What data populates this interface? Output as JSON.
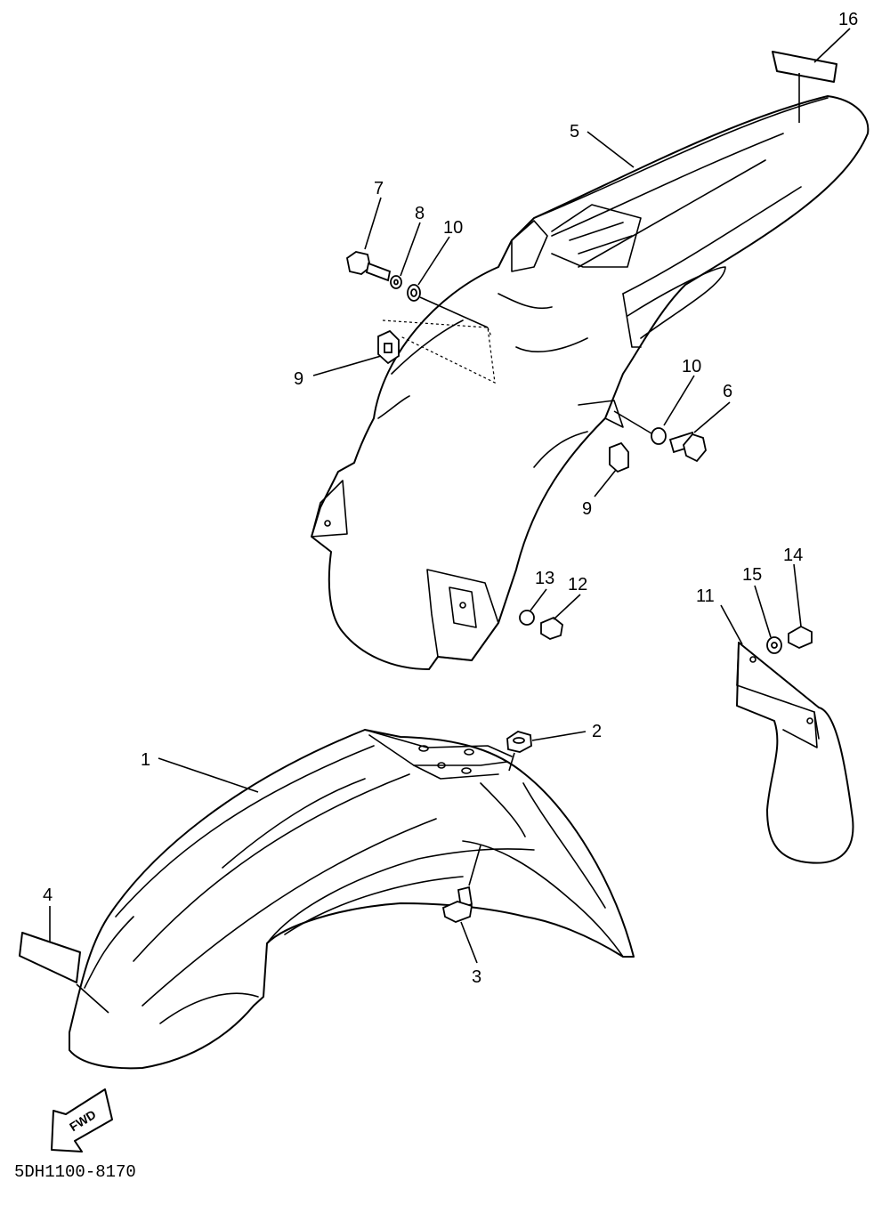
{
  "diagram": {
    "callouts": [
      "1",
      "2",
      "3",
      "4",
      "5",
      "6",
      "7",
      "8",
      "9",
      "9",
      "10",
      "10",
      "11",
      "12",
      "13",
      "14",
      "15",
      "16"
    ],
    "fwd_label": "FWD",
    "drawing_code": "5DH1100-8170"
  }
}
